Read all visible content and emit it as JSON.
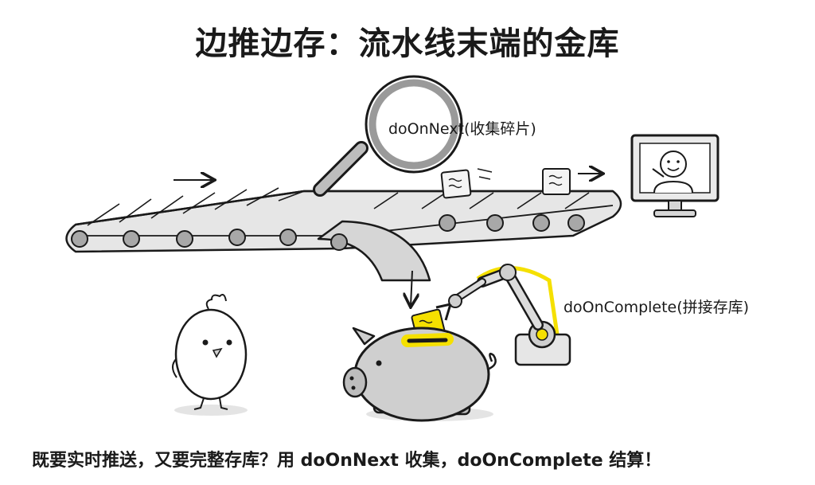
{
  "title": "边推边存：流水线末端的金库",
  "labels": {
    "on_next": "doOnNext(收集碎片)",
    "on_complete": "doOnComplete(拼接存库)"
  },
  "caption": "既要实时推送，又要完整存库？用 doOnNext 收集，doOnComplete 结算！",
  "colors": {
    "ink": "#1a1a1a",
    "gray": "#d6d6d6",
    "roller": "#a8a8a8",
    "highlight": "#f5e000"
  },
  "icons": [
    "conveyor-belt",
    "magnifier-icon",
    "monitor-icon",
    "robot-arm-icon",
    "piggy-bank-icon",
    "chick-icon",
    "data-card-icon"
  ]
}
